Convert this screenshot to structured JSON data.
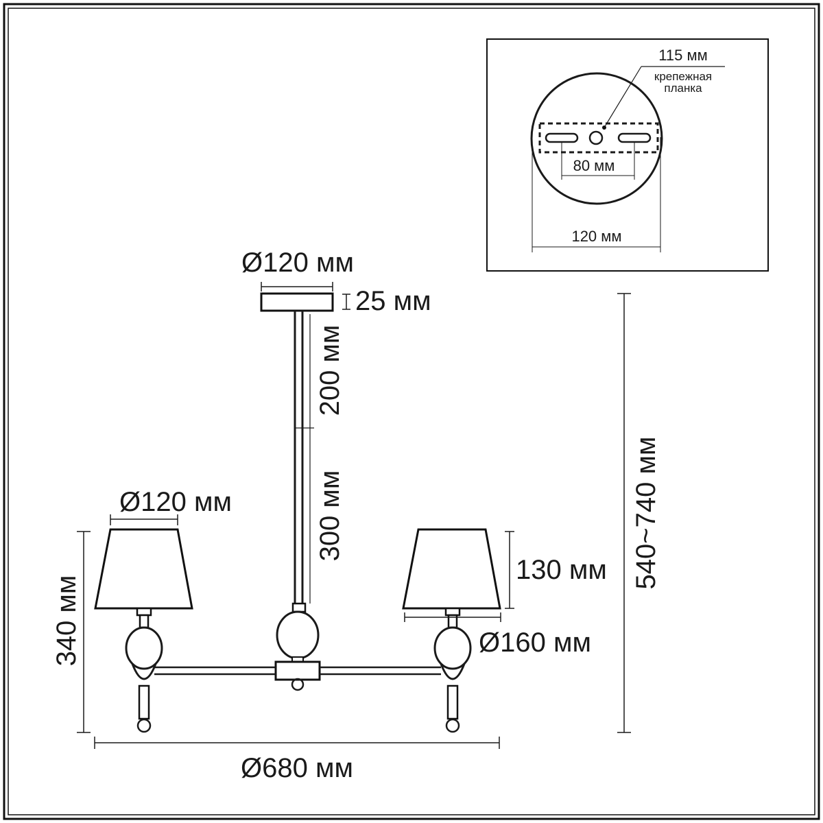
{
  "drawing": {
    "mount": {
      "diameter": "Ø120 мм",
      "height": "25 мм"
    },
    "rod": {
      "upper_length": "200 мм",
      "lower_length": "300 мм"
    },
    "shade": {
      "top_diameter": "Ø120 мм",
      "bottom_diameter": "Ø160 мм",
      "height": "130 мм"
    },
    "arm_height": "340 мм",
    "overall_diameter": "Ø680 мм",
    "overall_height": "540~740 мм",
    "inset": {
      "bracket_length": "115 мм",
      "bracket_label_line1": "крепежная",
      "bracket_label_line2": "планка",
      "hole_spacing": "80 мм",
      "plate_diameter": "120 мм"
    }
  }
}
